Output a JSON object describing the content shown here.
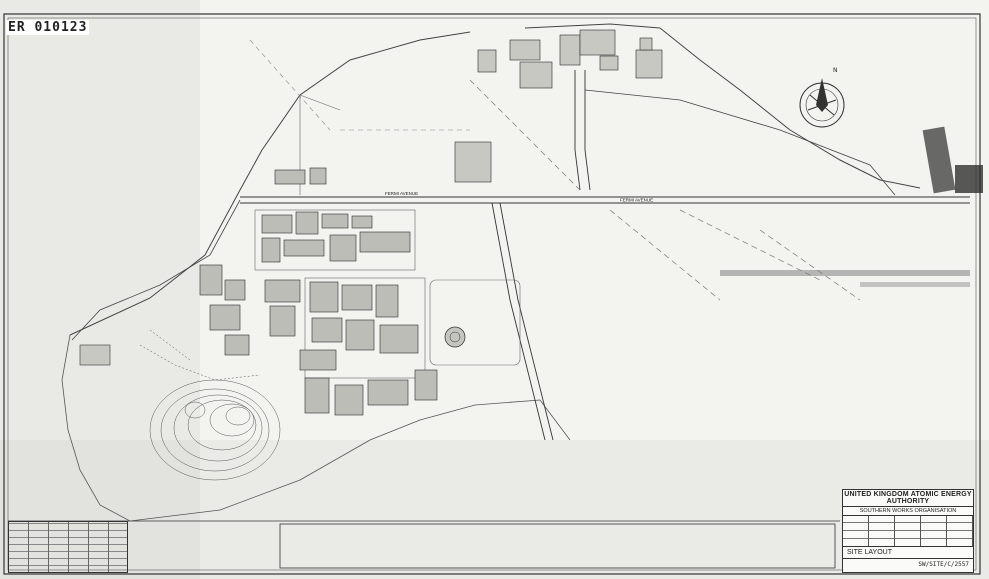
{
  "drawing": {
    "reference": "ER 010123",
    "organisation": "UNITED KINGDOM ATOMIC ENERGY AUTHORITY",
    "division": "SOUTHERN WORKS ORGANISATION",
    "title": "SITE LAYOUT",
    "drawing_number": "SW/SITE/C/2557"
  },
  "map": {
    "road_labels": [
      "FERMI AVENUE",
      "FERMI AVENUE"
    ],
    "north_label": "N"
  },
  "colors": {
    "paper": "#f3f3f0",
    "ink": "#2b2b2b",
    "faint_ink": "#8a8a8a"
  }
}
